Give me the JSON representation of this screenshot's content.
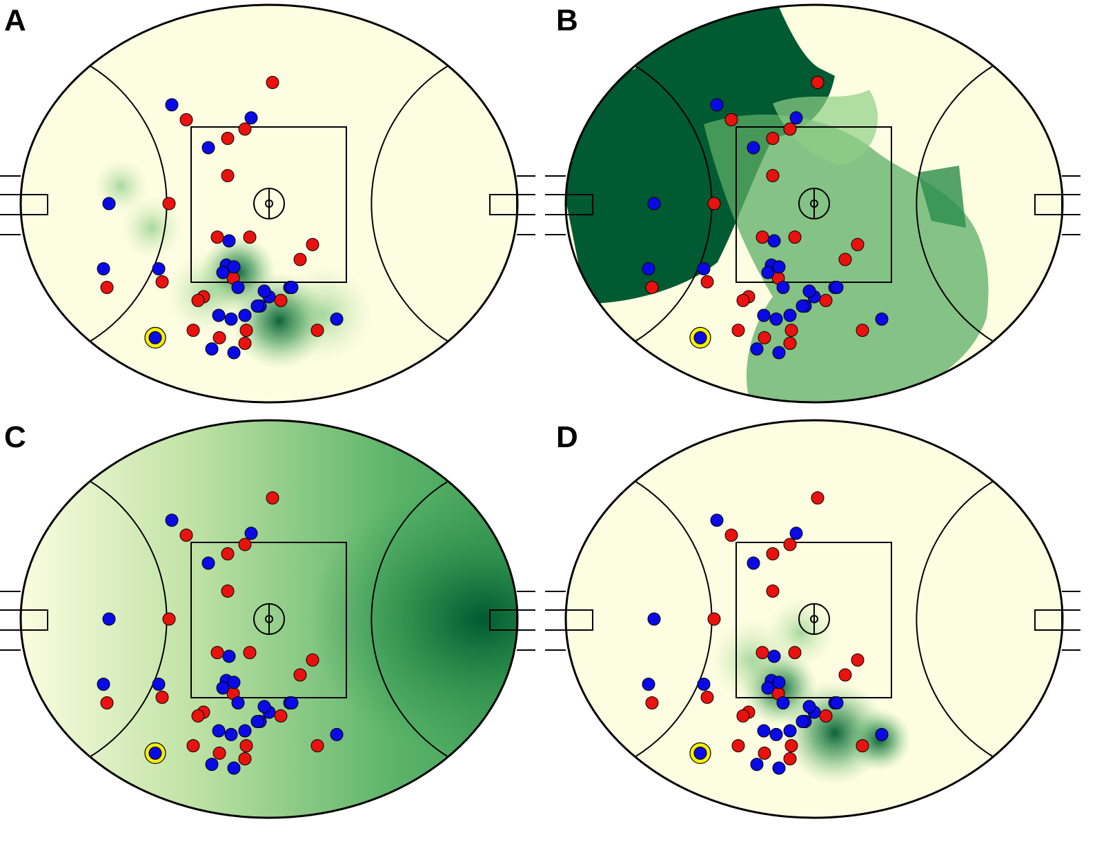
{
  "figure": {
    "panels": [
      {
        "id": "A",
        "label": "A",
        "overlay": "A"
      },
      {
        "id": "B",
        "label": "B",
        "overlay": "B"
      },
      {
        "id": "C",
        "label": "C",
        "overlay": "C"
      },
      {
        "id": "D",
        "label": "D",
        "overlay": "D"
      }
    ],
    "colors": {
      "field_base": "#fdfde2",
      "heat_low": "#f7fcd9",
      "heat_mid": "#8fcf86",
      "heat_high": "#005a32",
      "team_red": "#e8120f",
      "team_blue": "#0a0ae6",
      "ball_carrier_ring": "#f5ee0c",
      "line": "#000000"
    },
    "icons": {
      "team_red": "red-player-dot",
      "team_blue": "blue-player-dot",
      "ball_carrier": "yellow-ringed-player"
    },
    "players": {
      "team_red": [
        [
          -145,
          0
        ],
        [
          -120,
          -45
        ],
        [
          -35,
          -40
        ],
        [
          5,
          -65
        ],
        [
          -60,
          -15
        ],
        [
          -75,
          18
        ],
        [
          -235,
          45
        ],
        [
          -155,
          42
        ],
        [
          -95,
          50
        ],
        [
          -28,
          18
        ],
        [
          63,
          22
        ],
        [
          17,
          52
        ],
        [
          70,
          68
        ],
        [
          -35,
          75
        ],
        [
          -103,
          52
        ],
        [
          -110,
          68
        ],
        [
          -33,
          68
        ],
        [
          -60,
          -35
        ],
        [
          -72,
          72
        ],
        [
          -52,
          40
        ],
        [
          45,
          30
        ]
      ],
      "team_blue": [
        [
          -232,
          0
        ],
        [
          -141,
          -53
        ],
        [
          -26,
          -46
        ],
        [
          -88,
          -30
        ],
        [
          -240,
          35
        ],
        [
          -160,
          35
        ],
        [
          -58,
          20
        ],
        [
          -62,
          33
        ],
        [
          -67,
          37
        ],
        [
          -51,
          34
        ],
        [
          -45,
          45
        ],
        [
          0,
          50
        ],
        [
          -35,
          60
        ],
        [
          -73,
          60
        ],
        [
          -55,
          62
        ],
        [
          -13,
          55
        ],
        [
          -83,
          78
        ],
        [
          -51,
          80
        ],
        [
          -7,
          47
        ],
        [
          -17,
          55
        ],
        [
          30,
          45
        ],
        [
          33,
          45
        ],
        [
          98,
          62
        ],
        [
          -165,
          72
        ]
      ],
      "ball_carrier": [
        -165,
        72
      ]
    }
  }
}
